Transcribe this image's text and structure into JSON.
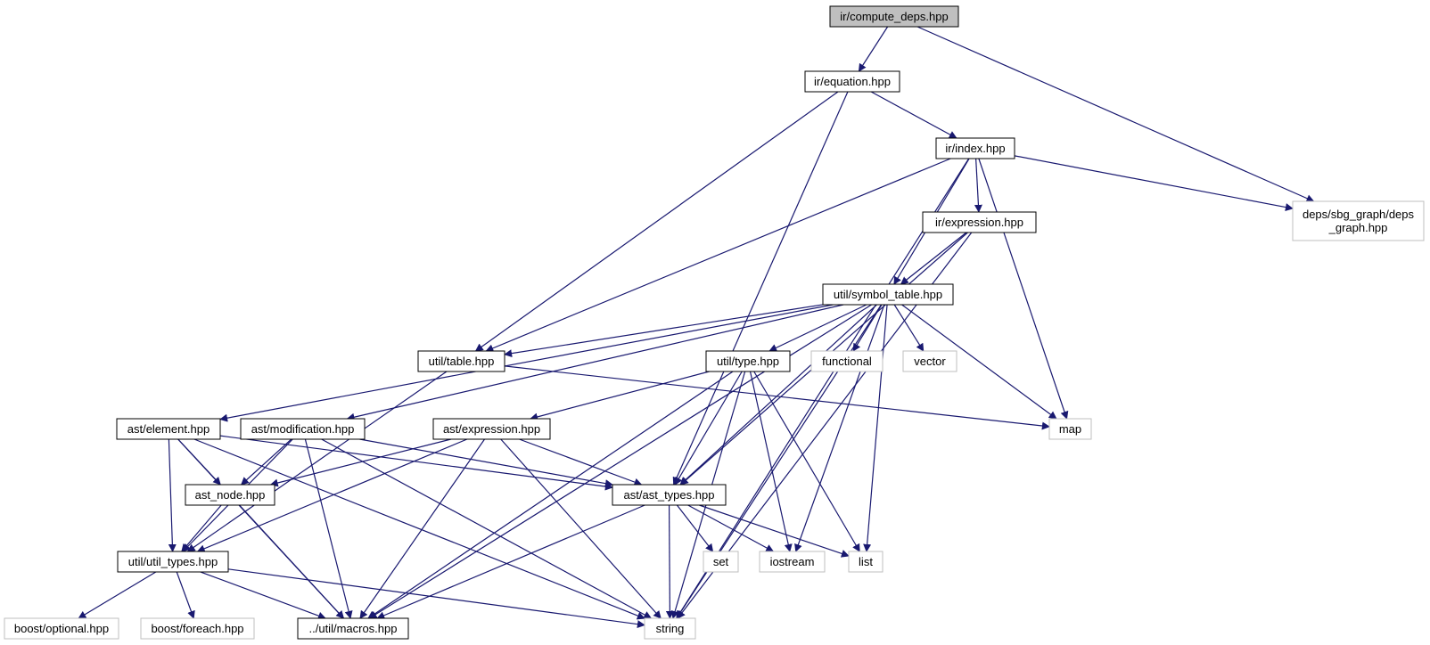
{
  "colors": {
    "edge": "#191970",
    "root_fill": "#bfbfbf",
    "node_border": "#000000",
    "external_border": "#bfbfbf",
    "background": "#ffffff"
  },
  "nodes": [
    {
      "id": "compute_deps",
      "label": "ir/compute_deps.hpp",
      "kind": "root"
    },
    {
      "id": "equation",
      "label": "ir/equation.hpp",
      "kind": "local"
    },
    {
      "id": "index",
      "label": "ir/index.hpp",
      "kind": "local"
    },
    {
      "id": "deps_graph",
      "label": "deps/sbg_graph/deps\n_graph.hpp",
      "kind": "external"
    },
    {
      "id": "ir_expression",
      "label": "ir/expression.hpp",
      "kind": "local"
    },
    {
      "id": "symbol_table",
      "label": "util/symbol_table.hpp",
      "kind": "local"
    },
    {
      "id": "table",
      "label": "util/table.hpp",
      "kind": "local"
    },
    {
      "id": "type",
      "label": "util/type.hpp",
      "kind": "local"
    },
    {
      "id": "functional",
      "label": "functional",
      "kind": "external"
    },
    {
      "id": "vector",
      "label": "vector",
      "kind": "external"
    },
    {
      "id": "ast_element",
      "label": "ast/element.hpp",
      "kind": "local"
    },
    {
      "id": "ast_modification",
      "label": "ast/modification.hpp",
      "kind": "local"
    },
    {
      "id": "ast_expression",
      "label": "ast/expression.hpp",
      "kind": "local"
    },
    {
      "id": "map",
      "label": "map",
      "kind": "external"
    },
    {
      "id": "ast_node",
      "label": "ast_node.hpp",
      "kind": "local"
    },
    {
      "id": "ast_types",
      "label": "ast/ast_types.hpp",
      "kind": "local"
    },
    {
      "id": "util_types",
      "label": "util/util_types.hpp",
      "kind": "local"
    },
    {
      "id": "set",
      "label": "set",
      "kind": "external"
    },
    {
      "id": "iostream",
      "label": "iostream",
      "kind": "external"
    },
    {
      "id": "list",
      "label": "list",
      "kind": "external"
    },
    {
      "id": "boost_optional",
      "label": "boost/optional.hpp",
      "kind": "external"
    },
    {
      "id": "boost_foreach",
      "label": "boost/foreach.hpp",
      "kind": "external"
    },
    {
      "id": "macros",
      "label": "../util/macros.hpp",
      "kind": "local"
    },
    {
      "id": "string",
      "label": "string",
      "kind": "external"
    }
  ],
  "edges": [
    {
      "from": "compute_deps",
      "to": "equation"
    },
    {
      "from": "compute_deps",
      "to": "deps_graph"
    },
    {
      "from": "equation",
      "to": "index"
    },
    {
      "from": "equation",
      "to": "table"
    },
    {
      "from": "equation",
      "to": "ast_types"
    },
    {
      "from": "index",
      "to": "ir_expression"
    },
    {
      "from": "index",
      "to": "deps_graph"
    },
    {
      "from": "index",
      "to": "symbol_table"
    },
    {
      "from": "index",
      "to": "table"
    },
    {
      "from": "index",
      "to": "map"
    },
    {
      "from": "index",
      "to": "string"
    },
    {
      "from": "ir_expression",
      "to": "symbol_table"
    },
    {
      "from": "ir_expression",
      "to": "ast_types"
    },
    {
      "from": "ir_expression",
      "to": "string"
    },
    {
      "from": "symbol_table",
      "to": "table"
    },
    {
      "from": "symbol_table",
      "to": "type"
    },
    {
      "from": "symbol_table",
      "to": "functional"
    },
    {
      "from": "symbol_table",
      "to": "vector"
    },
    {
      "from": "symbol_table",
      "to": "map"
    },
    {
      "from": "symbol_table",
      "to": "ast_element"
    },
    {
      "from": "symbol_table",
      "to": "ast_modification"
    },
    {
      "from": "symbol_table",
      "to": "ast_types"
    },
    {
      "from": "symbol_table",
      "to": "macros"
    },
    {
      "from": "symbol_table",
      "to": "iostream"
    },
    {
      "from": "symbol_table",
      "to": "list"
    },
    {
      "from": "symbol_table",
      "to": "string"
    },
    {
      "from": "table",
      "to": "map"
    },
    {
      "from": "table",
      "to": "util_types"
    },
    {
      "from": "type",
      "to": "ast_expression"
    },
    {
      "from": "type",
      "to": "ast_types"
    },
    {
      "from": "type",
      "to": "iostream"
    },
    {
      "from": "type",
      "to": "list"
    },
    {
      "from": "type",
      "to": "string"
    },
    {
      "from": "type",
      "to": "macros"
    },
    {
      "from": "ast_element",
      "to": "ast_node"
    },
    {
      "from": "ast_element",
      "to": "util_types"
    },
    {
      "from": "ast_element",
      "to": "ast_types"
    },
    {
      "from": "ast_element",
      "to": "macros"
    },
    {
      "from": "ast_element",
      "to": "string"
    },
    {
      "from": "ast_modification",
      "to": "ast_node"
    },
    {
      "from": "ast_modification",
      "to": "util_types"
    },
    {
      "from": "ast_modification",
      "to": "ast_types"
    },
    {
      "from": "ast_modification",
      "to": "macros"
    },
    {
      "from": "ast_modification",
      "to": "string"
    },
    {
      "from": "ast_expression",
      "to": "ast_node"
    },
    {
      "from": "ast_expression",
      "to": "util_types"
    },
    {
      "from": "ast_expression",
      "to": "ast_types"
    },
    {
      "from": "ast_expression",
      "to": "macros"
    },
    {
      "from": "ast_expression",
      "to": "string"
    },
    {
      "from": "ast_node",
      "to": "util_types"
    },
    {
      "from": "ast_node",
      "to": "macros"
    },
    {
      "from": "ast_types",
      "to": "set"
    },
    {
      "from": "ast_types",
      "to": "iostream"
    },
    {
      "from": "ast_types",
      "to": "list"
    },
    {
      "from": "ast_types",
      "to": "string"
    },
    {
      "from": "ast_types",
      "to": "macros"
    },
    {
      "from": "util_types",
      "to": "boost_optional"
    },
    {
      "from": "util_types",
      "to": "boost_foreach"
    },
    {
      "from": "util_types",
      "to": "macros"
    },
    {
      "from": "util_types",
      "to": "string"
    }
  ]
}
